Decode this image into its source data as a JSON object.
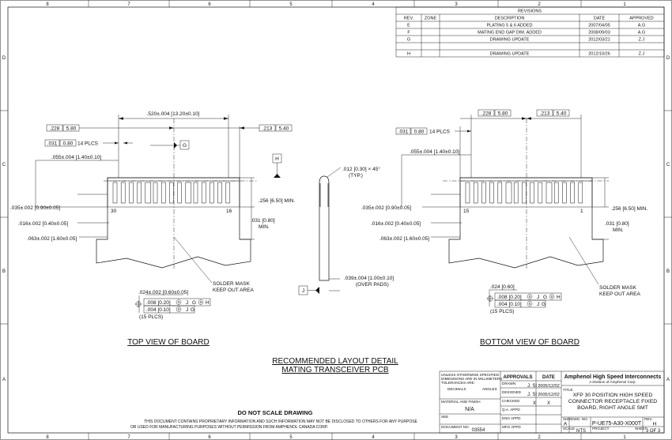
{
  "border": {
    "columns": [
      "8",
      "7",
      "6",
      "5",
      "4",
      "3",
      "2",
      "1"
    ],
    "rows": [
      "D",
      "C",
      "B",
      "A"
    ]
  },
  "revisions": {
    "title": "REVISIONS",
    "headers": [
      "REV.",
      "ZONE",
      "DESCRIPTION",
      "DATE",
      "APPROVED"
    ],
    "rows": [
      {
        "rev": "E",
        "zone": "",
        "description": "PLATING 5 & 6 ADDED",
        "date": "2007/04/05",
        "approved": "A.G"
      },
      {
        "rev": "F",
        "zone": "",
        "description": "MATING END GAP DIM. ADDED",
        "date": "2008/09/03",
        "approved": "A.G"
      },
      {
        "rev": "G",
        "zone": "",
        "description": "DRAWING UPDATE",
        "date": "2012/03/21",
        "approved": "Z.J"
      },
      {
        "rev": "H",
        "zone": "",
        "description": "DRAWING UPDATE",
        "date": "2012/10/26",
        "approved": "Z.J"
      }
    ]
  },
  "top_view": {
    "title": "TOP VIEW OF BOARD",
    "dim_520": ".520±.004 [13.20±0.10]",
    "dim_228": ".228",
    "dim_228_mm": "5.80",
    "dim_213": ".213",
    "dim_213_mm": "5.40",
    "dim_031": ".031",
    "dim_031_mm": "0.80",
    "plcs_14": "14 PLCS",
    "datum_g": "G",
    "dim_055": ".055±.004 [1.40±0.10]",
    "datum_h": "H",
    "pin_30": "30",
    "pin_16": "16",
    "dim_256": ".256 [6.50]  MIN.",
    "dim_031_min": ".031 [0.80]",
    "dim_031_min2": "MIN.",
    "dim_035": ".035±.002 [0.90±0.05]",
    "dim_016": ".016±.002 [0.40±0.05]",
    "dim_063": ".063±.002 [1.60±0.05]",
    "dim_024": ".024±.002 [0.60±0.05]",
    "fcf1": ".008 [0.20]",
    "fcf2": ".004 [0.10]",
    "plcs_15": "(15 PLCS)",
    "solder_mask": "SOLDER MASK",
    "keep_out": "KEEP OUT AREA"
  },
  "side_view": {
    "chamfer": ".012 [0.30] × 45°",
    "chamfer_typ": "(TYP.)",
    "dim_039": ".039±.004 [1.00±0.10]",
    "over_pads": "(OVER PADS)",
    "datum_j": "J"
  },
  "bottom_view": {
    "title": "BOTTOM VIEW OF BOARD",
    "dim_228": ".228",
    "dim_228_mm": "5.80",
    "dim_213": ".213",
    "dim_213_mm": "5.40",
    "dim_031": ".031",
    "dim_031_mm": "0.80",
    "plcs_14": "14 PLCS",
    "dim_055": ".055±.004 [1.40±0.10]",
    "pin_15": "15",
    "pin_1": "1",
    "dim_256": ".256 [6.50]  MIN.",
    "dim_031_min": ".031 [0.80]",
    "dim_031_min2": "MIN.",
    "dim_035": ".035±.002 [0.90±0.05]",
    "dim_016": ".016±.002 [0.40±0.05]",
    "dim_063": ".063±.002 [1.60±0.05]",
    "dim_024": ".024 [0.60]",
    "fcf1": ".008 [0.20]",
    "fcf2": ".004 [0.10]",
    "plcs_15": "(15 PLCS)",
    "solder_mask": "SOLDER MASK",
    "keep_out": "KEEP OUT AREA"
  },
  "layout_detail": {
    "line1": "RECOMMENDED LAYOUT DETAIL",
    "line2": "MATING TRANSCEIVER PCB"
  },
  "notice": {
    "do_not_scale": "DO NOT SCALE DRAWING",
    "line1": "THIS DOCUMENT CONTAINS PROPRIETARY INFORMATION AND SUCH INFORMATION MAY NOT BE DISCLOSED TO OTHERS FOR ANY PURPOSE",
    "line2": "OR USED FOR MANUFACTURING PURPOSES WITHOUT PERMISSION FROM AMPHENOL CANADA CORP."
  },
  "title_block": {
    "unless1": "UNLESS OTHERWISE SPECIFIED:",
    "unless2": "DIMENSIONS ARE IN MILLIMETERS",
    "unless3": "TOLERANCES ARE:",
    "decimals": "DECIMALS",
    "angles": "ANGLES",
    "approvals": "APPROVALS",
    "date_hdr": "DATE",
    "company": "Amphenol High Speed Interconnects",
    "company_sub": "A Division of Amphenol Corp.",
    "drawn_lbl": "DRAWN",
    "drawn_by": "J. SI",
    "drawn_date": "2005/12/02",
    "checked_lbl": "DESIGNED",
    "checked_by": "J. SI",
    "checked_date": "2005/12/02",
    "approved_lbl": "CHECKED",
    "approved_by": "X",
    "approved_date": "X",
    "qa_lbl": "Q.A. APPD",
    "eng_lbl": "ENG APPD",
    "mfg_lbl": "MFG APPD",
    "title_lbl": "TITLE",
    "title1": "XFP 30 POSITION HIGH SPEED",
    "title2": "CONNECTOR RECEPTACLE FIXED",
    "title3": "BOARD, RIGHT ANGLE SMT",
    "material_lbl": "MATERIAL AND FINISH",
    "material": "N/A",
    "see_lbl": "SEE",
    "doc_lbl": "DOCUMENT NO.",
    "doc_no": "03554",
    "size_lbl": "SIZE",
    "size": "A",
    "dwg_lbl": "DWG. NO.",
    "dwg_no": "P-UE75-A30-X000T",
    "rev_lbl": "REV.",
    "rev": "H",
    "scale_lbl": "SCALE",
    "scale": "NTS",
    "project_lbl": "PROJECT",
    "sheet_lbl": "SHEET",
    "sheet": "3 OF 3",
    "circle_s": "S"
  }
}
